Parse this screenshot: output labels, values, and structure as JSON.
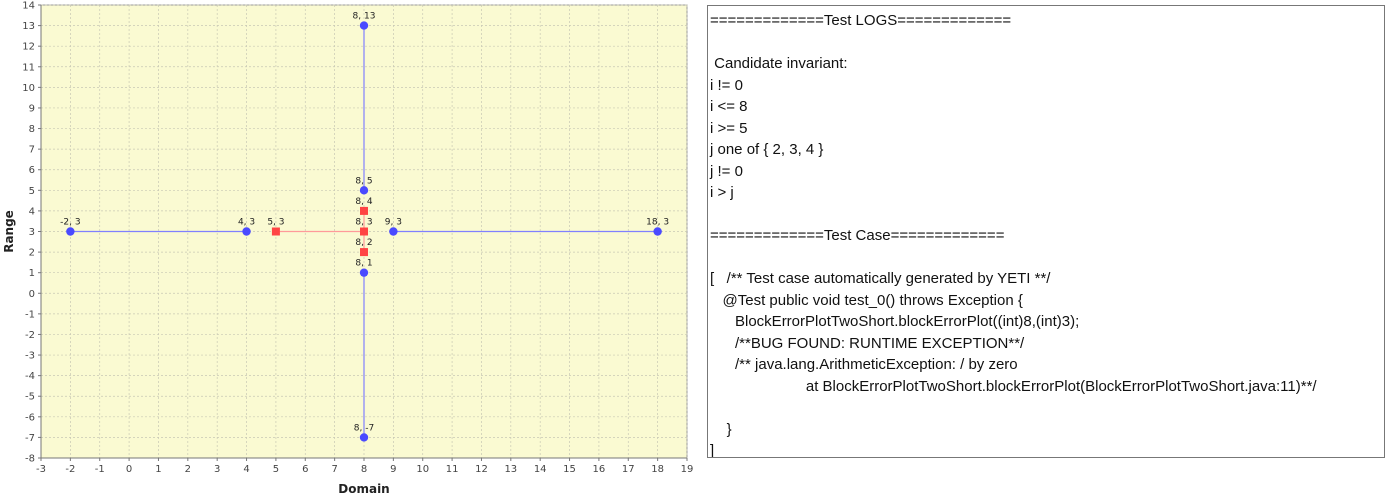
{
  "chart_data": {
    "type": "scatter",
    "xlabel": "Domain",
    "ylabel": "Range",
    "xlim": [
      -3,
      19
    ],
    "ylim": [
      -8,
      14
    ],
    "x_ticks": [
      -3,
      -2,
      -1,
      0,
      1,
      2,
      3,
      4,
      5,
      6,
      7,
      8,
      9,
      10,
      11,
      12,
      13,
      14,
      15,
      16,
      17,
      18,
      19
    ],
    "y_ticks": [
      -8,
      -7,
      -6,
      -5,
      -4,
      -3,
      -2,
      -1,
      0,
      1,
      2,
      3,
      4,
      5,
      6,
      7,
      8,
      9,
      10,
      11,
      12,
      13,
      14
    ],
    "grid": true,
    "background": "#fafad2",
    "series": [
      {
        "color": "#4a4aff",
        "marker": "circle",
        "segments": [
          [
            [
              -2,
              3
            ],
            [
              4,
              3
            ]
          ],
          [
            [
              9,
              3
            ],
            [
              18,
              3
            ]
          ],
          [
            [
              8,
              13
            ],
            [
              8,
              5
            ]
          ],
          [
            [
              8,
              1
            ],
            [
              8,
              -7
            ]
          ]
        ],
        "points": [
          {
            "x": -2,
            "y": 3,
            "label": "-2, 3"
          },
          {
            "x": 4,
            "y": 3,
            "label": "4, 3"
          },
          {
            "x": 9,
            "y": 3,
            "label": "9, 3"
          },
          {
            "x": 18,
            "y": 3,
            "label": "18, 3"
          },
          {
            "x": 8,
            "y": 13,
            "label": "8, 13"
          },
          {
            "x": 8,
            "y": 5,
            "label": "8, 5"
          },
          {
            "x": 8,
            "y": 1,
            "label": "8, 1"
          },
          {
            "x": 8,
            "y": -7,
            "label": "8, -7"
          }
        ]
      },
      {
        "color": "#ff4444",
        "marker": "square",
        "segments": [
          [
            [
              5,
              3
            ],
            [
              8,
              3
            ]
          ],
          [
            [
              8,
              4
            ],
            [
              8,
              2
            ]
          ]
        ],
        "points": [
          {
            "x": 5,
            "y": 3,
            "label": "5, 3"
          },
          {
            "x": 8,
            "y": 4,
            "label": "8, 4"
          },
          {
            "x": 8,
            "y": 3,
            "label": "8, 3"
          },
          {
            "x": 8,
            "y": 2,
            "label": "8, 2"
          }
        ]
      }
    ]
  },
  "log": {
    "lines": [
      "=============Test LOGS=============",
      "",
      " Candidate invariant:",
      "i != 0",
      "i <= 8",
      "i >= 5",
      "j one of { 2, 3, 4 }",
      "j != 0",
      "i > j",
      "",
      "=============Test Case=============",
      "",
      "[   /** Test case automatically generated by YETI **/",
      "   @Test public void test_0() throws Exception {",
      "      BlockErrorPlotTwoShort.blockErrorPlot((int)8,(int)3);",
      "      /**BUG FOUND: RUNTIME EXCEPTION**/",
      "      /** java.lang.ArithmeticException: / by zero",
      "                       at BlockErrorPlotTwoShort.blockErrorPlot(BlockErrorPlotTwoShort.java:11)**/",
      "",
      "    }",
      "]"
    ]
  }
}
